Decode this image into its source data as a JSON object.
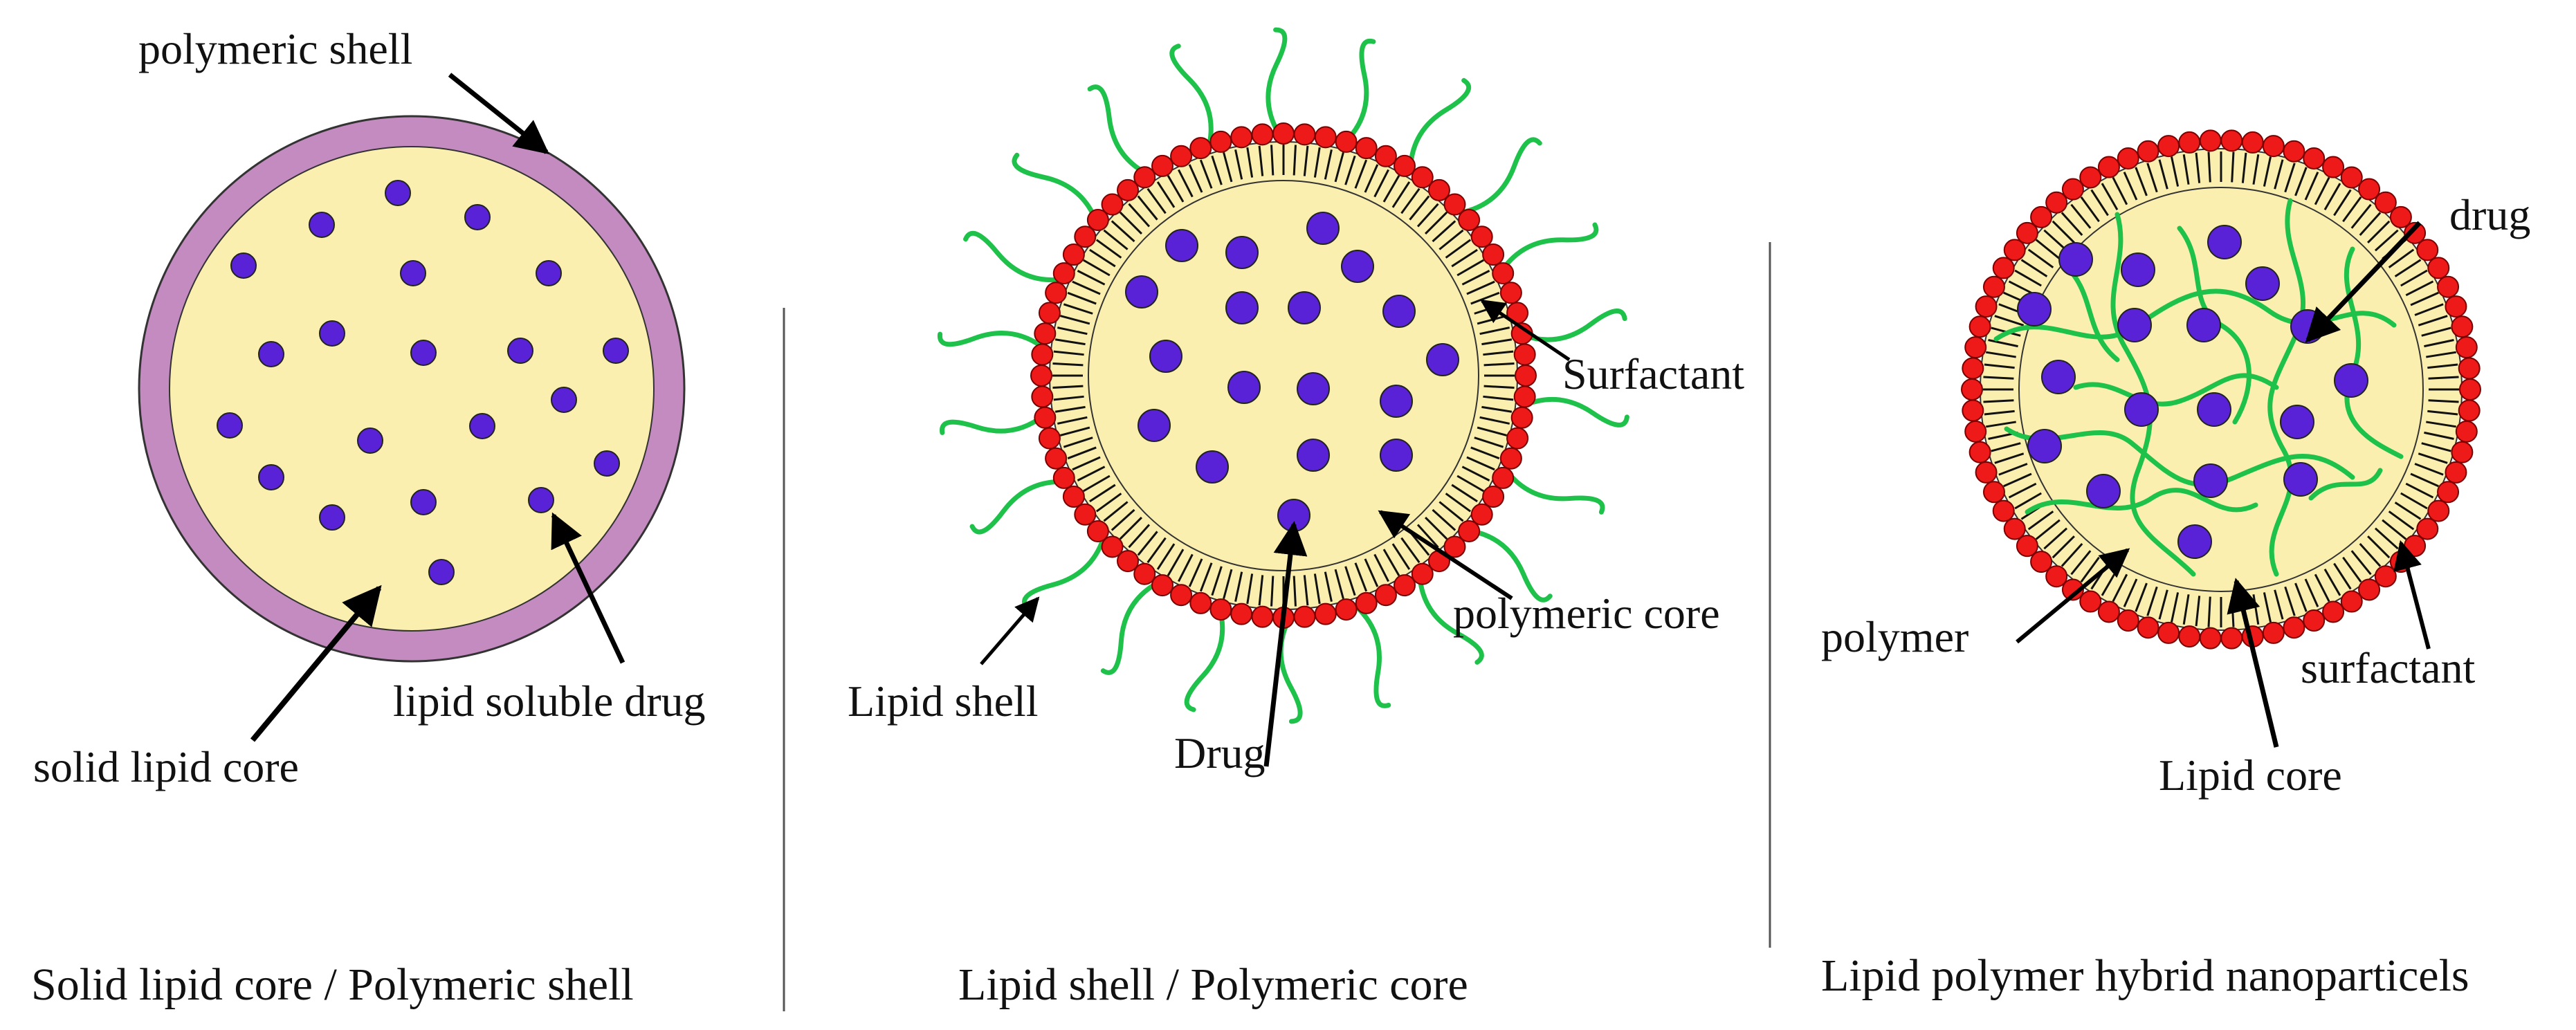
{
  "panels": [
    {
      "caption": "Solid lipid core / Polymeric shell",
      "labels": {
        "shell": "polymeric shell",
        "drug": "lipid soluble drug",
        "core": "solid lipid core"
      }
    },
    {
      "caption": "Lipid shell / Polymeric core",
      "labels": {
        "surfactant": "Surfactant",
        "core": "polymeric core",
        "shell": "Lipid shell",
        "drug": "Drug"
      }
    },
    {
      "caption": "Lipid polymer hybrid nanoparticels",
      "labels": {
        "drug": "drug",
        "polymer": "polymer",
        "surfactant": "surfactant",
        "core": "Lipid core"
      }
    }
  ],
  "colors": {
    "core": "#fbefb0",
    "polymeric_shell": "#c48bc0",
    "drug": "#5a22d6",
    "lipid_head": "#ee1a1a",
    "polymer_chain": "#1ec24a",
    "divider": "#555555",
    "text": "#111111"
  }
}
